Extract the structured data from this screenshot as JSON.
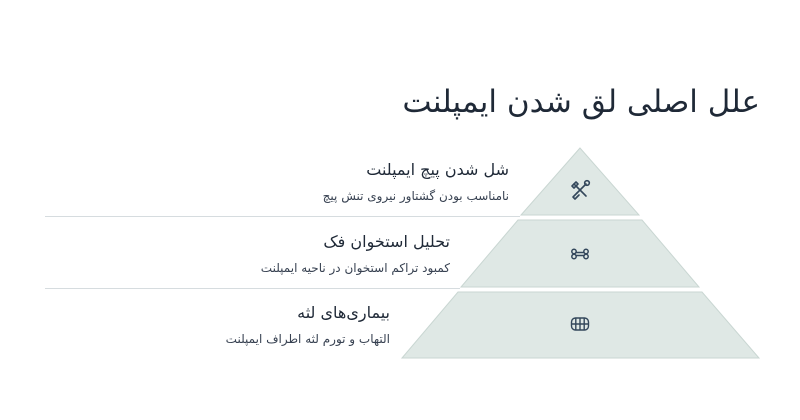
{
  "title": "علل اصلی لق شدن ایمپلنت",
  "colors": {
    "pyramid_fill": "#dfe8e5",
    "pyramid_stroke": "#c9d6d2",
    "icon": "#33475b",
    "divider": "#d6dcdf"
  },
  "levels": [
    {
      "heading": "شل شدن پیچ ایمپلنت",
      "description": "نامناسب بودن گشتاور نیروی تنش پیچ",
      "icon": "tools-icon"
    },
    {
      "heading": "تحلیل استخوان فک",
      "description": "کمبود تراکم استخوان در ناحیه ایمپلنت",
      "icon": "bone-icon"
    },
    {
      "heading": "بیماری‌های لثه",
      "description": "التهاب و تورم لثه اطراف ایمپلنت",
      "icon": "teeth-icon"
    }
  ]
}
